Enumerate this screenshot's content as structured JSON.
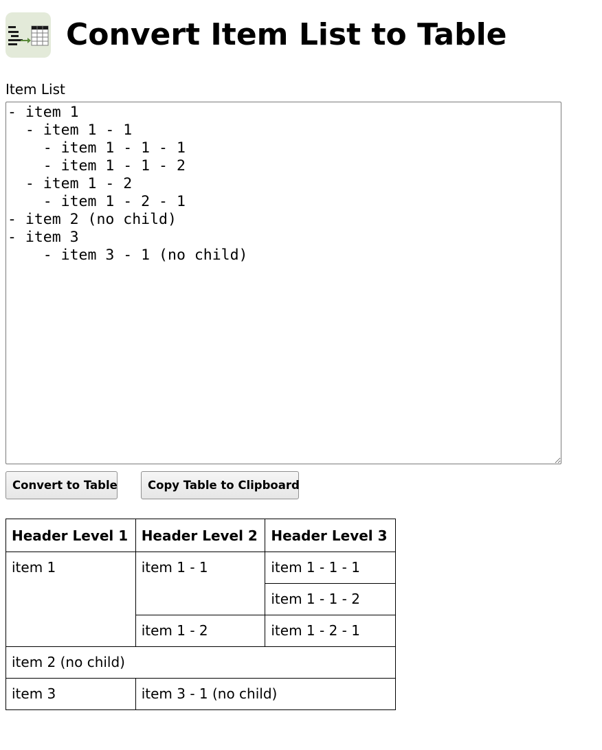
{
  "header": {
    "title": "Convert Item List to Table",
    "icon": "list-to-table-icon"
  },
  "item_list": {
    "label": "Item List",
    "value": "- item 1\n  - item 1 - 1\n    - item 1 - 1 - 1\n    - item 1 - 1 - 2\n  - item 1 - 2\n    - item 1 - 2 - 1\n- item 2 (no child)\n- item 3\n    - item 3 - 1 (no child)"
  },
  "buttons": {
    "convert_label": "Convert to Table",
    "copy_label": "Copy Table to Clipboard"
  },
  "table": {
    "headers": [
      "Header Level 1",
      "Header Level 2",
      "Header Level 3"
    ],
    "cells": {
      "r1c1": "item 1",
      "r1c2": "item 1 - 1",
      "r1c3": "item 1 - 1 - 1",
      "r2c3": "item 1 - 1 - 2",
      "r3c2": "item 1 - 2",
      "r3c3": "item 1 - 2 - 1",
      "r4c1": "item 2 (no child)",
      "r5c1": "item 3",
      "r5c2": "item 3 - 1 (no child)"
    }
  },
  "colors": {
    "icon_background": "#e3ead9",
    "icon_dark": "#1a1a1a",
    "icon_accent": "#5a8a3a"
  }
}
